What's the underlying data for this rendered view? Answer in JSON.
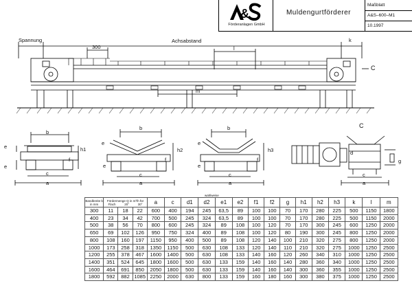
{
  "title_block": {
    "logo_mark": "A&S",
    "company": "Förderanlagen GmbH",
    "title": "Muldengurtförderer",
    "meta": [
      "Maßblatt",
      "A&S–600–M1",
      "10.1997"
    ]
  },
  "side_view": {
    "labels": {
      "spannung": "Spannung",
      "achsabstand": "Achsabstand",
      "dim300": "300",
      "l": "l",
      "k": "k",
      "m": "m",
      "c": "C"
    }
  },
  "cross_sections": {
    "flat": {
      "b": "b",
      "c": "c",
      "a": "a",
      "e": "e",
      "f": "f",
      "h1": "h1"
    },
    "two_roll": {
      "b": "b",
      "c": "c",
      "a": "a",
      "e": "e",
      "f": "f",
      "h2": "h2"
    },
    "three_roll": {
      "b": "b",
      "c": "c",
      "a": "a",
      "e": "e",
      "f": "f",
      "h3": "h3"
    },
    "drive_detail": {
      "title": "C",
      "d": "d",
      "c": "c",
      "a": "a",
      "g": "g"
    }
  },
  "table": {
    "group_top": "wahlweise",
    "headers": {
      "bandbreite": "Bandbreite b in mm",
      "foerdermenge": "Fördermenge Q in m³/h für",
      "sub1": "Flach",
      "sub2": "20°",
      "sub3": "30°",
      "cols": [
        "a",
        "c",
        "d1",
        "d2",
        "e1",
        "e2",
        "f1",
        "f2",
        "g",
        "h1",
        "h2",
        "h3",
        "k",
        "l",
        "m"
      ]
    },
    "rows": [
      [
        "300",
        "11",
        "18",
        "22",
        "600",
        "400",
        "194",
        "245",
        "63,5",
        "89",
        "100",
        "100",
        "70",
        "170",
        "280",
        "225",
        "500",
        "1150",
        "1800"
      ],
      [
        "400",
        "23",
        "34",
        "42",
        "700",
        "500",
        "245",
        "324",
        "63,5",
        "89",
        "100",
        "100",
        "70",
        "170",
        "280",
        "225",
        "500",
        "1150",
        "2000"
      ],
      [
        "500",
        "38",
        "56",
        "70",
        "800",
        "600",
        "245",
        "324",
        "89",
        "108",
        "100",
        "120",
        "70",
        "170",
        "300",
        "245",
        "600",
        "1250",
        "2000"
      ],
      [
        "650",
        "69",
        "102",
        "126",
        "950",
        "750",
        "324",
        "400",
        "89",
        "108",
        "100",
        "120",
        "80",
        "190",
        "300",
        "245",
        "800",
        "1250",
        "2000"
      ],
      [
        "800",
        "108",
        "160",
        "197",
        "1150",
        "950",
        "400",
        "500",
        "89",
        "108",
        "120",
        "140",
        "100",
        "210",
        "320",
        "275",
        "800",
        "1250",
        "2000"
      ],
      [
        "1000",
        "173",
        "258",
        "318",
        "1350",
        "1150",
        "500",
        "630",
        "108",
        "133",
        "120",
        "140",
        "110",
        "210",
        "320",
        "275",
        "1000",
        "1250",
        "2500"
      ],
      [
        "1200",
        "255",
        "378",
        "467",
        "1600",
        "1400",
        "500",
        "630",
        "108",
        "133",
        "140",
        "160",
        "120",
        "260",
        "340",
        "310",
        "1000",
        "1250",
        "2500"
      ],
      [
        "1400",
        "351",
        "524",
        "645",
        "1800",
        "1600",
        "500",
        "630",
        "133",
        "159",
        "140",
        "160",
        "140",
        "280",
        "360",
        "340",
        "1000",
        "1250",
        "2500"
      ],
      [
        "1600",
        "464",
        "691",
        "850",
        "2050",
        "1800",
        "500",
        "630",
        "133",
        "159",
        "140",
        "160",
        "140",
        "300",
        "360",
        "355",
        "1000",
        "1250",
        "2500"
      ],
      [
        "1800",
        "592",
        "882",
        "1085",
        "2250",
        "2000",
        "630",
        "800",
        "133",
        "159",
        "160",
        "180",
        "160",
        "300",
        "380",
        "375",
        "1000",
        "1250",
        "2500"
      ]
    ]
  }
}
